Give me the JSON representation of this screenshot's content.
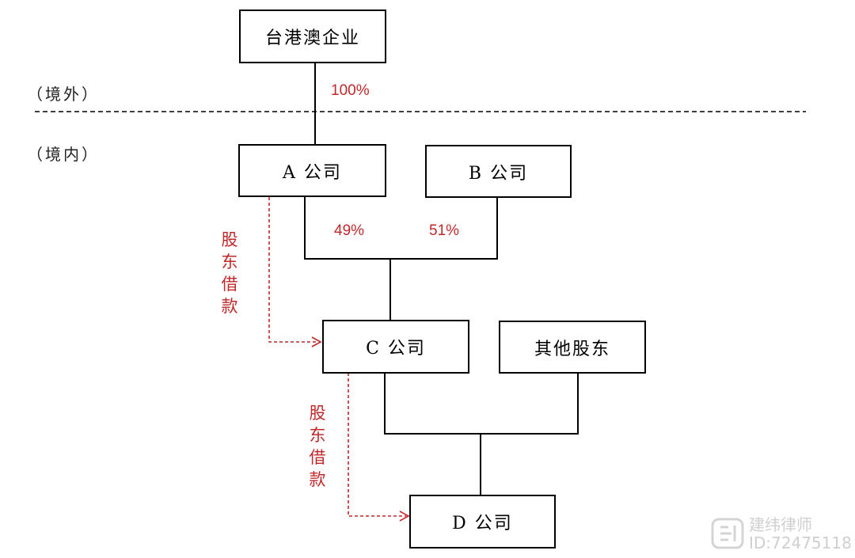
{
  "nodes": {
    "taiwan_hk_macao": "台港澳企业",
    "company_a": "A 公司",
    "company_b": "B 公司",
    "company_c": "C 公司",
    "other_shareholders": "其他股东",
    "company_d": "D 公司"
  },
  "regions": {
    "overseas": "（境外）",
    "domestic": "（境内）"
  },
  "percentages": {
    "top_to_a": "100%",
    "a_to_c": "49%",
    "b_to_c": "51%"
  },
  "loan_labels": {
    "a_to_c": "股东借款",
    "c_to_d": "股东借款"
  },
  "colors": {
    "accent_red": "#c0282a",
    "line": "#000000",
    "watermark": "#cfcfcf"
  },
  "watermark": {
    "name": "建纬律师",
    "id": "ID:72475118",
    "icon": "quote-logo-icon"
  }
}
